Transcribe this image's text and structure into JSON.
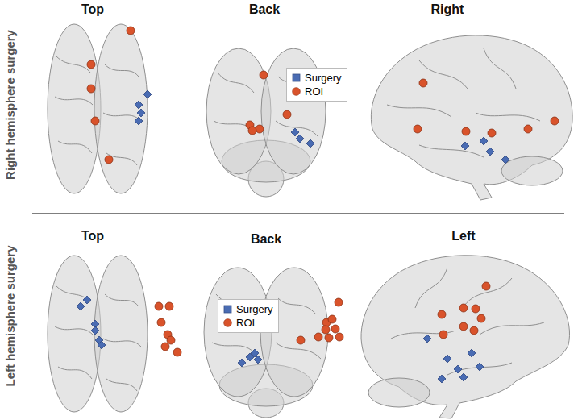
{
  "diagram": {
    "labels": [
      "Top",
      "Back",
      "Right",
      "Right hemisphere surgery",
      "Top",
      "Back",
      "Left",
      "Left hemisphere surgery"
    ],
    "legend": [
      {
        "text": "Surgery",
        "color": "#4a6cb3"
      },
      {
        "text": "ROI",
        "color": "#d9532b"
      },
      {
        "text": "Surgery",
        "color": "#4a6cb3"
      },
      {
        "text": "ROI",
        "color": "#d9532b"
      }
    ]
  }
}
